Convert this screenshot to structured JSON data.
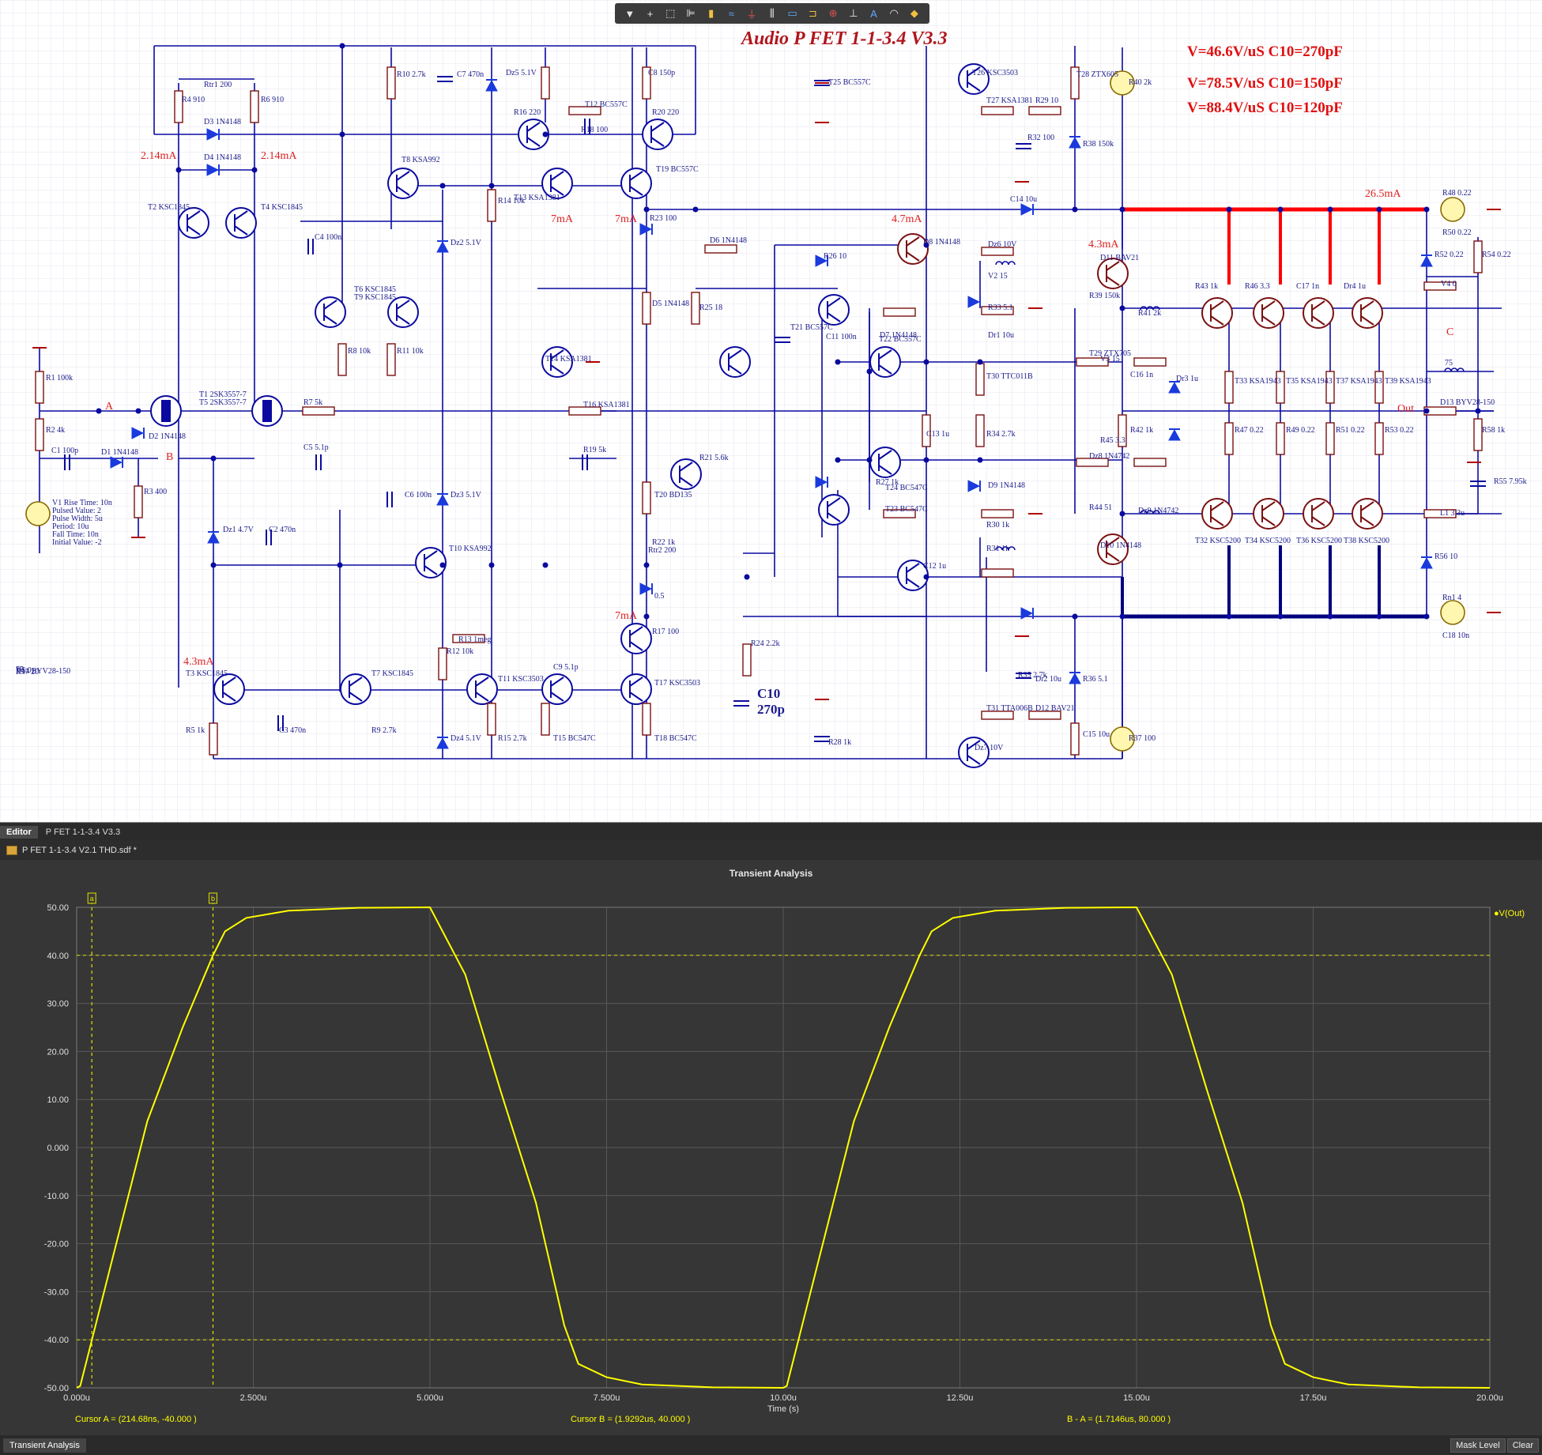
{
  "toolbar": {
    "tools": [
      {
        "icon": "filter-icon",
        "glyph": "▼"
      },
      {
        "icon": "crosshair-icon",
        "glyph": "+"
      },
      {
        "icon": "select-rect-icon",
        "glyph": "⬚"
      },
      {
        "icon": "align-icon",
        "glyph": "⊫"
      },
      {
        "icon": "component-icon",
        "glyph": "▮"
      },
      {
        "icon": "wire-icon",
        "glyph": "≈"
      },
      {
        "icon": "ground-icon",
        "glyph": "⏚"
      },
      {
        "icon": "bus-icon",
        "glyph": "⫼"
      },
      {
        "icon": "port-icon",
        "glyph": "▭"
      },
      {
        "icon": "net-label-icon",
        "glyph": "⊐"
      },
      {
        "icon": "probe-icon",
        "glyph": "⊕"
      },
      {
        "icon": "power-icon",
        "glyph": "⊥"
      },
      {
        "icon": "text-icon",
        "glyph": "A"
      },
      {
        "icon": "arc-icon",
        "glyph": "◠"
      },
      {
        "icon": "marker-icon",
        "glyph": "◆"
      }
    ]
  },
  "schematic": {
    "title": "Audio P FET 1-1-3.4 V3.3",
    "slew_notes": [
      "V=46.6V/uS C10=270pF",
      "V=78.5V/uS C10=150pF",
      "V=88.4V/uS C10=120pF"
    ],
    "currents": [
      {
        "text": "2.14mA"
      },
      {
        "text": "2.14mA"
      },
      {
        "text": "7mA"
      },
      {
        "text": "7mA"
      },
      {
        "text": "4.7mA"
      },
      {
        "text": "4.3mA"
      },
      {
        "text": "26.5mA"
      },
      {
        "text": "7mA"
      },
      {
        "text": "4.3mA"
      }
    ],
    "nets": [
      "A",
      "B",
      "C",
      "Out"
    ],
    "c10_label": "C10",
    "c10_value": "270p",
    "components": [
      {
        "ref": "R1",
        "val": "100k"
      },
      {
        "ref": "R2",
        "val": "4k"
      },
      {
        "ref": "C1",
        "val": "100p"
      },
      {
        "ref": "D1",
        "val": "1N4148"
      },
      {
        "ref": "D2",
        "val": "1N4148"
      },
      {
        "ref": "R3",
        "val": "400"
      },
      {
        "ref": "V1",
        "val": "Rise Time: 10n"
      },
      {
        "ref": "",
        "val": "Pulsed Value: 2"
      },
      {
        "ref": "",
        "val": "Pulse Width: 5u"
      },
      {
        "ref": "",
        "val": "Period: 10u"
      },
      {
        "ref": "",
        "val": "Fall Time: 10n"
      },
      {
        "ref": "",
        "val": "Initial Value: -2"
      },
      {
        "ref": "Rtr1",
        "val": "200"
      },
      {
        "ref": "R4",
        "val": "910"
      },
      {
        "ref": "R6",
        "val": "910"
      },
      {
        "ref": "D3",
        "val": "1N4148"
      },
      {
        "ref": "D4",
        "val": "1N4148"
      },
      {
        "ref": "T2",
        "val": "KSC1845"
      },
      {
        "ref": "T4",
        "val": "KSC1845"
      },
      {
        "ref": "T1",
        "val": "2SK3557-7"
      },
      {
        "ref": "T5",
        "val": "2SK3557-7"
      },
      {
        "ref": "R7",
        "val": "5k"
      },
      {
        "ref": "C5",
        "val": "5.1p"
      },
      {
        "ref": "Dz1",
        "val": "4.7V"
      },
      {
        "ref": "C2",
        "val": "470n"
      },
      {
        "ref": "T3",
        "val": "KSC1845"
      },
      {
        "ref": "R5",
        "val": "1k"
      },
      {
        "ref": "C3",
        "val": "470n"
      },
      {
        "ref": "T7",
        "val": "KSC1845"
      },
      {
        "ref": "R9",
        "val": "2.7k"
      },
      {
        "ref": "C4",
        "val": "100n"
      },
      {
        "ref": "T6",
        "val": "KSC1845"
      },
      {
        "ref": "T9",
        "val": "KSC1845"
      },
      {
        "ref": "R8",
        "val": "10k"
      },
      {
        "ref": "R11",
        "val": "10k"
      },
      {
        "ref": "R10",
        "val": "2.7k"
      },
      {
        "ref": "T8",
        "val": "KSA992"
      },
      {
        "ref": "C7",
        "val": "470n"
      },
      {
        "ref": "Dz2",
        "val": "5.1V"
      },
      {
        "ref": "C6",
        "val": "100n"
      },
      {
        "ref": "Dz3",
        "val": "5.1V"
      },
      {
        "ref": "T10",
        "val": "KSA992"
      },
      {
        "ref": "R13",
        "val": "1meg"
      },
      {
        "ref": "R12",
        "val": "10k"
      },
      {
        "ref": "Dz4",
        "val": "5.1V"
      },
      {
        "ref": "T11",
        "val": "KSC3503"
      },
      {
        "ref": "R15",
        "val": "2.7k"
      },
      {
        "ref": "Dz5",
        "val": "5.1V"
      },
      {
        "ref": "R14",
        "val": "10k"
      },
      {
        "ref": "T13",
        "val": "KSA1381"
      },
      {
        "ref": "T14",
        "val": "KSA1381"
      },
      {
        "ref": "R16",
        "val": "220"
      },
      {
        "ref": "T12",
        "val": "BC557C"
      },
      {
        "ref": "R18",
        "val": "100"
      },
      {
        "ref": "C8",
        "val": "150p"
      },
      {
        "ref": "R20",
        "val": "220"
      },
      {
        "ref": "T19",
        "val": "BC557C"
      },
      {
        "ref": "T16",
        "val": "KSA1381"
      },
      {
        "ref": "R19",
        "val": "5k"
      },
      {
        "ref": "C9",
        "val": "5.1p"
      },
      {
        "ref": "T15",
        "val": "BC547C"
      },
      {
        "ref": "R17",
        "val": "100"
      },
      {
        "ref": "T17",
        "val": "KSC3503"
      },
      {
        "ref": "T18",
        "val": "BC547C"
      },
      {
        "ref": "R23",
        "val": "100"
      },
      {
        "ref": "D5",
        "val": "1N4148"
      },
      {
        "ref": "R21",
        "val": "5.6k"
      },
      {
        "ref": "T20",
        "val": "BD135"
      },
      {
        "ref": "R22",
        "val": "1k"
      },
      {
        "ref": "Rtr2",
        "val": "200"
      },
      {
        "ref": "",
        "val": "0.5"
      },
      {
        "ref": "D6",
        "val": "1N4148"
      },
      {
        "ref": "R25",
        "val": "18"
      },
      {
        "ref": "R24",
        "val": "2.2k"
      },
      {
        "ref": "T21",
        "val": "BC557C"
      },
      {
        "ref": "R26",
        "val": "10"
      },
      {
        "ref": "C11",
        "val": "100n"
      },
      {
        "ref": "D7",
        "val": "1N4148"
      },
      {
        "ref": "T22",
        "val": "BC557C"
      },
      {
        "ref": "R27",
        "val": "1k"
      },
      {
        "ref": "T24",
        "val": "BC547C"
      },
      {
        "ref": "T23",
        "val": "BC547C"
      },
      {
        "ref": "T25",
        "val": "BC557C"
      },
      {
        "ref": "R28",
        "val": "1k"
      },
      {
        "ref": "D8",
        "val": "1N4148"
      },
      {
        "ref": "C12",
        "val": "1u"
      },
      {
        "ref": "C13",
        "val": "1u"
      },
      {
        "ref": "T26",
        "val": "KSC3503"
      },
      {
        "ref": "T27",
        "val": "KSA1381"
      },
      {
        "ref": "R29",
        "val": "10"
      },
      {
        "ref": "T28",
        "val": "ZTX605"
      },
      {
        "ref": "R32",
        "val": "100"
      },
      {
        "ref": "R38",
        "val": "150k"
      },
      {
        "ref": "R40",
        "val": "2k"
      },
      {
        "ref": "C14",
        "val": "10u"
      },
      {
        "ref": "Dz6",
        "val": "10V"
      },
      {
        "ref": "V2",
        "val": "15"
      },
      {
        "ref": "D11",
        "val": "BAV21"
      },
      {
        "ref": "R33",
        "val": "5.1"
      },
      {
        "ref": "Dr1",
        "val": "10u"
      },
      {
        "ref": "T30",
        "val": "TTC011B"
      },
      {
        "ref": "R34",
        "val": "2.7k"
      },
      {
        "ref": "D9",
        "val": "1N4148"
      },
      {
        "ref": "R30",
        "val": "1k"
      },
      {
        "ref": "R31",
        "val": "1k"
      },
      {
        "ref": "D10",
        "val": "1N4148"
      },
      {
        "ref": "R35",
        "val": "2.7k"
      },
      {
        "ref": "Dr2",
        "val": "10u"
      },
      {
        "ref": "R36",
        "val": "5.1"
      },
      {
        "ref": "T31",
        "val": "TTA006B"
      },
      {
        "ref": "D12",
        "val": "BAV21"
      },
      {
        "ref": "C15",
        "val": "10u"
      },
      {
        "ref": "Dz7",
        "val": "10V"
      },
      {
        "ref": "R37",
        "val": "100"
      },
      {
        "ref": "R39",
        "val": "150k"
      },
      {
        "ref": "R41",
        "val": "2k"
      },
      {
        "ref": "T29",
        "val": "ZTX705"
      },
      {
        "ref": "V3",
        "val": "15"
      },
      {
        "ref": "C16",
        "val": "1n"
      },
      {
        "ref": "Dr3",
        "val": "1u"
      },
      {
        "ref": "R42",
        "val": "1k"
      },
      {
        "ref": "R45",
        "val": "3.3"
      },
      {
        "ref": "Dz8",
        "val": "1N4742"
      },
      {
        "ref": "R44",
        "val": "51"
      },
      {
        "ref": "Dz9",
        "val": "1N4742"
      },
      {
        "ref": "R43",
        "val": "1k"
      },
      {
        "ref": "R46",
        "val": "3.3"
      },
      {
        "ref": "C17",
        "val": "1n"
      },
      {
        "ref": "Dr4",
        "val": "1u"
      },
      {
        "ref": "T32",
        "val": "KSC5200"
      },
      {
        "ref": "T34",
        "val": "KSC5200"
      },
      {
        "ref": "T36",
        "val": "KSC5200"
      },
      {
        "ref": "T38",
        "val": "KSC5200"
      },
      {
        "ref": "T33",
        "val": "KSA1943"
      },
      {
        "ref": "T35",
        "val": "KSA1943"
      },
      {
        "ref": "T37",
        "val": "KSA1943"
      },
      {
        "ref": "T39",
        "val": "KSA1943"
      },
      {
        "ref": "R47",
        "val": "0.22"
      },
      {
        "ref": "R49",
        "val": "0.22"
      },
      {
        "ref": "R51",
        "val": "0.22"
      },
      {
        "ref": "R53",
        "val": "0.22"
      },
      {
        "ref": "R48",
        "val": "0.22"
      },
      {
        "ref": "R50",
        "val": "0.22"
      },
      {
        "ref": "R52",
        "val": "0.22"
      },
      {
        "ref": "R54",
        "val": "0.22"
      },
      {
        "ref": "V4",
        "val": "0"
      },
      {
        "ref": "",
        "val": "75"
      },
      {
        "ref": "D13",
        "val": "BYV28-150"
      },
      {
        "ref": "R58",
        "val": "1k"
      },
      {
        "ref": "R55",
        "val": "7.95k"
      },
      {
        "ref": "L1",
        "val": "3.3u"
      },
      {
        "ref": "R56",
        "val": "10"
      },
      {
        "ref": "Rn1",
        "val": "4"
      },
      {
        "ref": "C18",
        "val": "10n"
      },
      {
        "ref": "R57",
        "val": "20"
      },
      {
        "ref": "D14",
        "val": "BYV28-150"
      },
      {
        "ref": "V5",
        "val": "0"
      },
      {
        "ref": "",
        "val": "75"
      }
    ]
  },
  "tabs": {
    "editor": "Editor",
    "doc": "P FET 1-1-3.4 V3.3",
    "file": "P FET 1-1-3.4 V2.1 THD.sdf *"
  },
  "plot": {
    "title": "Transient Analysis",
    "legend": "V(Out)",
    "cursor_a_flag": "a",
    "cursor_b_flag": "b",
    "readouts": {
      "a": "Cursor A = (214.68ns, -40.000 )",
      "b": "Cursor B = (1.9292us, 40.000 )",
      "diff": "B - A = (1.7146us, 80.000 )"
    }
  },
  "bottom": {
    "tab": "Transient Analysis",
    "mask_level": "Mask Level",
    "clear": "Clear"
  },
  "colors": {
    "wire": "#0a0aa0",
    "pos_rail": "#ff0000",
    "neg_rail": "#000080",
    "annotation": "#e02020",
    "trace": "#ffff00",
    "plot_bg": "#363636",
    "grid": "#585858"
  },
  "chart_data": {
    "type": "line",
    "title": "Transient Analysis",
    "xlabel": "Time (s)",
    "ylabel": "",
    "xlim": [
      0,
      20
    ],
    "ylim": [
      -50,
      50
    ],
    "x_unit": "us",
    "xticks": [
      "0.000u",
      "2.500u",
      "5.000u",
      "7.500u",
      "10.00u",
      "12.50u",
      "15.00u",
      "17.50u",
      "20.00u"
    ],
    "yticks": [
      "50.00",
      "40.00",
      "30.00",
      "20.00",
      "10.00",
      "0.000",
      "-10.00",
      "-20.00",
      "-30.00",
      "-40.00",
      "-50.00"
    ],
    "legend_position": "top-right",
    "grid": true,
    "series": [
      {
        "name": "V(Out)",
        "x": [
          0.0,
          0.05,
          0.2,
          0.5,
          1.0,
          1.5,
          1.93,
          2.1,
          2.4,
          3.0,
          4.0,
          5.0,
          5.5,
          6.0,
          6.5,
          6.9,
          7.1,
          7.5,
          8.0,
          9.0,
          10.0,
          10.05,
          10.2,
          10.5,
          11.0,
          11.5,
          11.93,
          12.1,
          12.4,
          13.0,
          14.0,
          15.0,
          15.5,
          16.0,
          16.5,
          16.9,
          17.1,
          17.5,
          18.0,
          19.0,
          20.0
        ],
        "y": [
          -50.0,
          -49.6,
          -40.9,
          -23.5,
          5.5,
          25.0,
          40.0,
          45.0,
          47.8,
          49.3,
          49.9,
          50.0,
          36.0,
          11.8,
          -11.5,
          -37.0,
          -45.0,
          -47.8,
          -49.3,
          -49.9,
          -50.0,
          -49.6,
          -40.9,
          -23.5,
          5.5,
          25.0,
          40.0,
          45.0,
          47.8,
          49.3,
          49.9,
          50.0,
          36.0,
          11.8,
          -11.5,
          -37.0,
          -45.0,
          -47.8,
          -49.3,
          -49.9,
          -50.0
        ]
      }
    ],
    "markers": [
      {
        "name": "Cursor A",
        "x": 0.21468,
        "y": -40.0
      },
      {
        "name": "Cursor B",
        "x": 1.9292,
        "y": 40.0
      }
    ]
  }
}
